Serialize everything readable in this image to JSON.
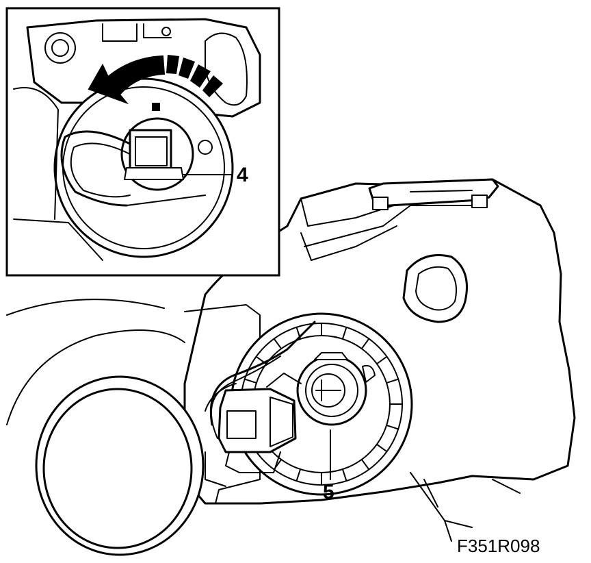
{
  "callouts": {
    "inset_part": "4",
    "main_part": "5"
  },
  "figure_code": "F351R098",
  "colors": {
    "line": "#000000",
    "background": "#ffffff",
    "arrow": "#000000"
  },
  "icons": {
    "rotation_arrow": "counterclockwise-arrow-icon"
  }
}
